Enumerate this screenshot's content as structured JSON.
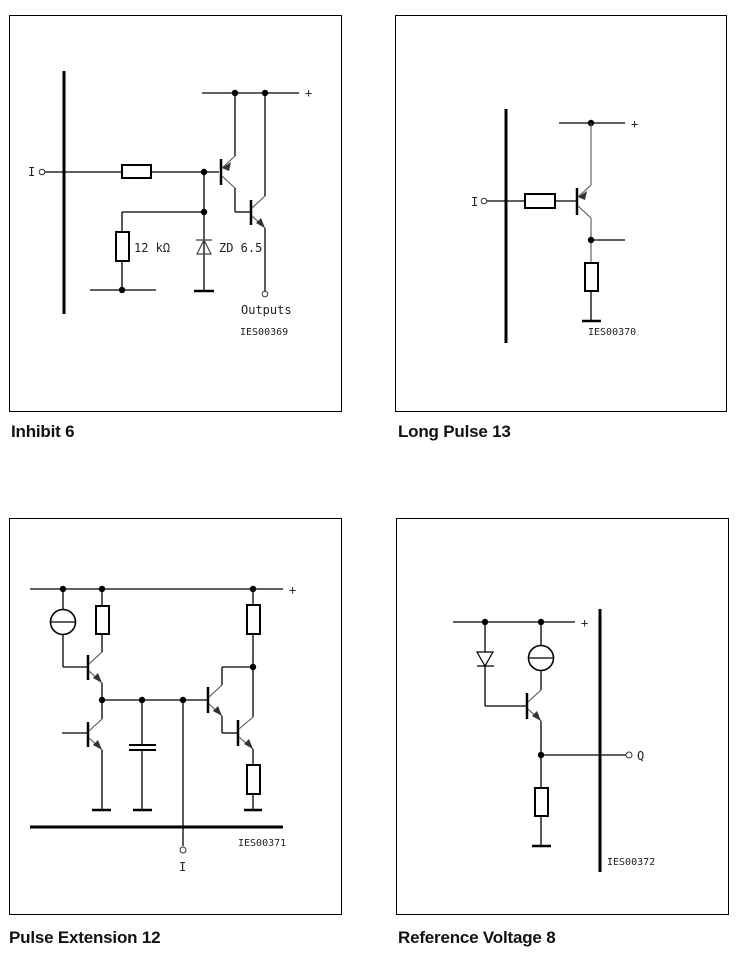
{
  "figures": [
    {
      "caption": "Inhibit 6",
      "input_label": "I",
      "supply_label": "+",
      "resistor_label": "12 kΩ",
      "zener_label": "ZD 6.5",
      "output_label": "Outputs",
      "code": "IES00369"
    },
    {
      "caption": "Long Pulse 13",
      "input_label": "I",
      "supply_label": "+",
      "code": "IES00370"
    },
    {
      "caption": "Pulse Extension 12",
      "input_label": "I",
      "supply_label": "+",
      "code": "IES00371"
    },
    {
      "caption": "Reference Voltage 8",
      "output_label": "Q",
      "supply_label": "+",
      "code": "IES00372"
    }
  ]
}
